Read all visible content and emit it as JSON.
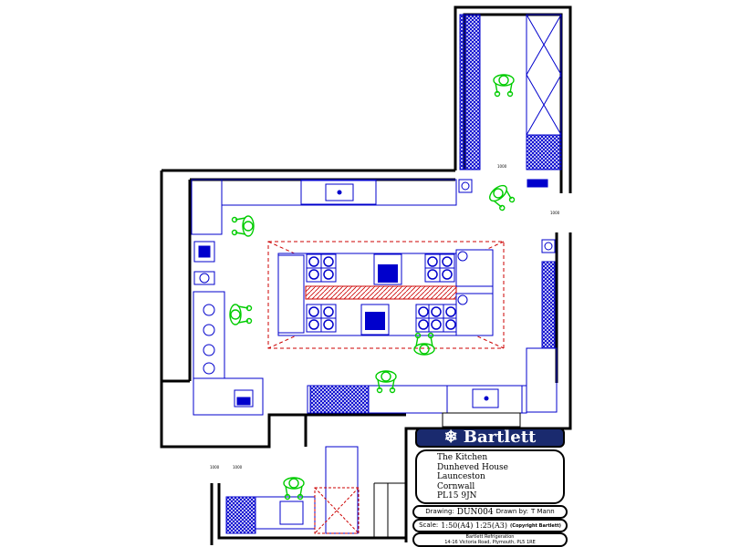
{
  "drawing": {
    "title_block": {
      "brand": "Bartlett",
      "address_lines": [
        "The Kitchen",
        "Dunheved House",
        "Launceston",
        "Cornwall",
        "PL15 9JN"
      ],
      "drawing_label": "Drawing:",
      "drawing_number": "DUN004",
      "drawn_by_label": "Drawn by:",
      "drawn_by": "T Mann",
      "scale_label": "Scale:",
      "scale_value": "1:50(A4) 1:25(A3)",
      "copyright": "(Copyright Bartlett)",
      "company": "Bartlett Refrigeration",
      "company_address": "14-16 Victoria Road, Plymouth, PL5 1RE"
    },
    "dimension_marks": [
      "1000",
      "1000",
      "1000",
      "1000"
    ],
    "colors": {
      "walls": "#000000",
      "equipment": "#0000cc",
      "people": "#00cc00",
      "extraction": "#cc0000"
    }
  }
}
